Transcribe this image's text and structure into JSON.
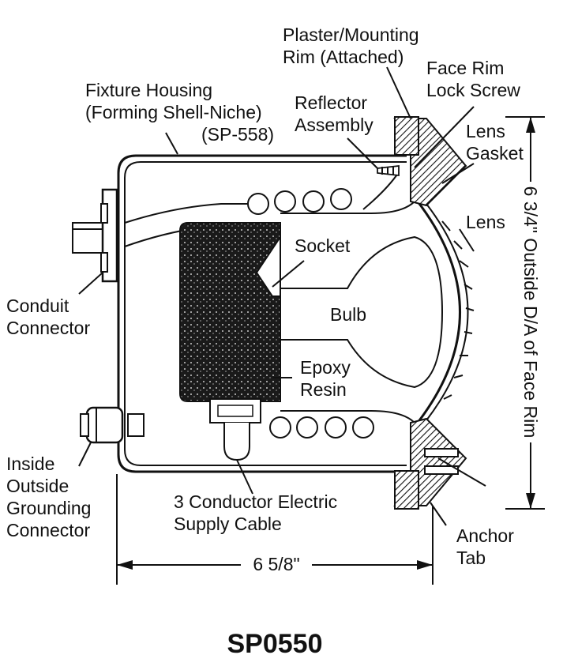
{
  "labels": {
    "plaster_rim": [
      "Plaster/Mounting",
      "Rim (Attached)"
    ],
    "face_rim_screw": [
      "Face Rim",
      "Lock Screw"
    ],
    "fixture_housing": [
      "Fixture Housing",
      "(Forming Shell-Niche)",
      "(SP-558)"
    ],
    "reflector": [
      "Reflector",
      "Assembly"
    ],
    "lens_gasket": [
      "Lens",
      "Gasket"
    ],
    "lens": "Lens",
    "socket": "Socket",
    "bulb": "Bulb",
    "epoxy": [
      "Epoxy",
      "Resin"
    ],
    "conduit": [
      "Conduit",
      "Connector"
    ],
    "grounding": [
      "Inside",
      "Outside",
      "Grounding",
      "Connector"
    ],
    "cable": [
      "3 Conductor Electric",
      "Supply Cable"
    ],
    "anchor_tab": [
      "Anchor",
      "Tab"
    ],
    "width_dim": "6 5/8\"",
    "height_dim": "6 3/4\" Outside D/A of Face Rim"
  },
  "model_number": "SP0550"
}
